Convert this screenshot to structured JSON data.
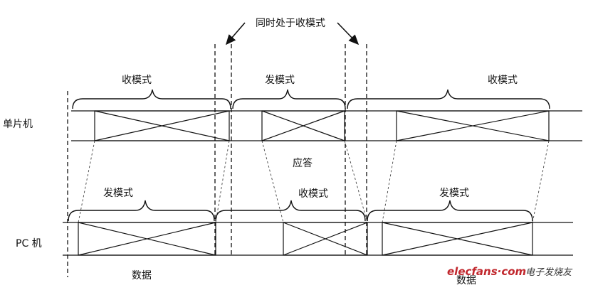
{
  "diagram": {
    "top_annotation": "同时处于收模式",
    "rows": {
      "mcu": "单片机",
      "pc": "PC 机"
    },
    "mcu_braces": [
      "收模式",
      "发模式",
      "收模式"
    ],
    "pc_braces": [
      "发模式",
      "收模式",
      "发模式"
    ],
    "middle_label": "应答",
    "bottom_label": "数据",
    "bottom_label_right": "数据"
  },
  "watermark": {
    "brand": "elecfans·com",
    "cn": "电子发烧友"
  }
}
